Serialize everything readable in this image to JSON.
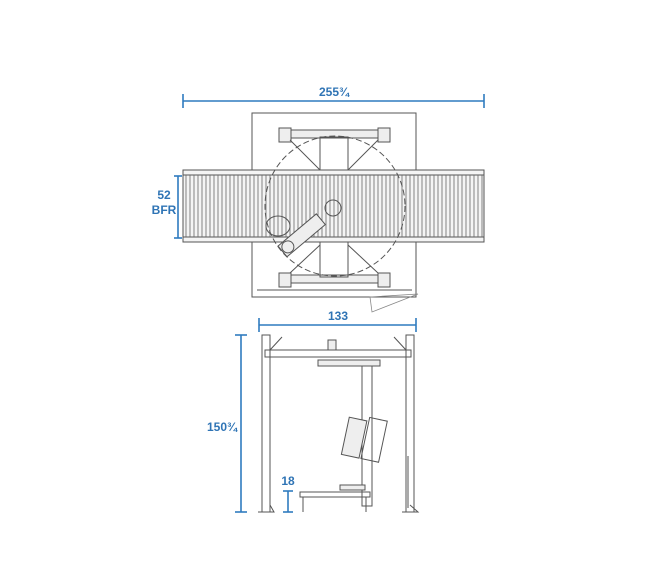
{
  "top_view": {
    "overall_length_label": "255¾",
    "conveyor_width_label": "52",
    "conveyor_width_sub_label": "BFR"
  },
  "front_view": {
    "width_label": "133",
    "height_label": "150¾",
    "conveyor_height_label": "18"
  },
  "colors": {
    "dimension": "#2f74b5",
    "drawing": "#555555"
  }
}
